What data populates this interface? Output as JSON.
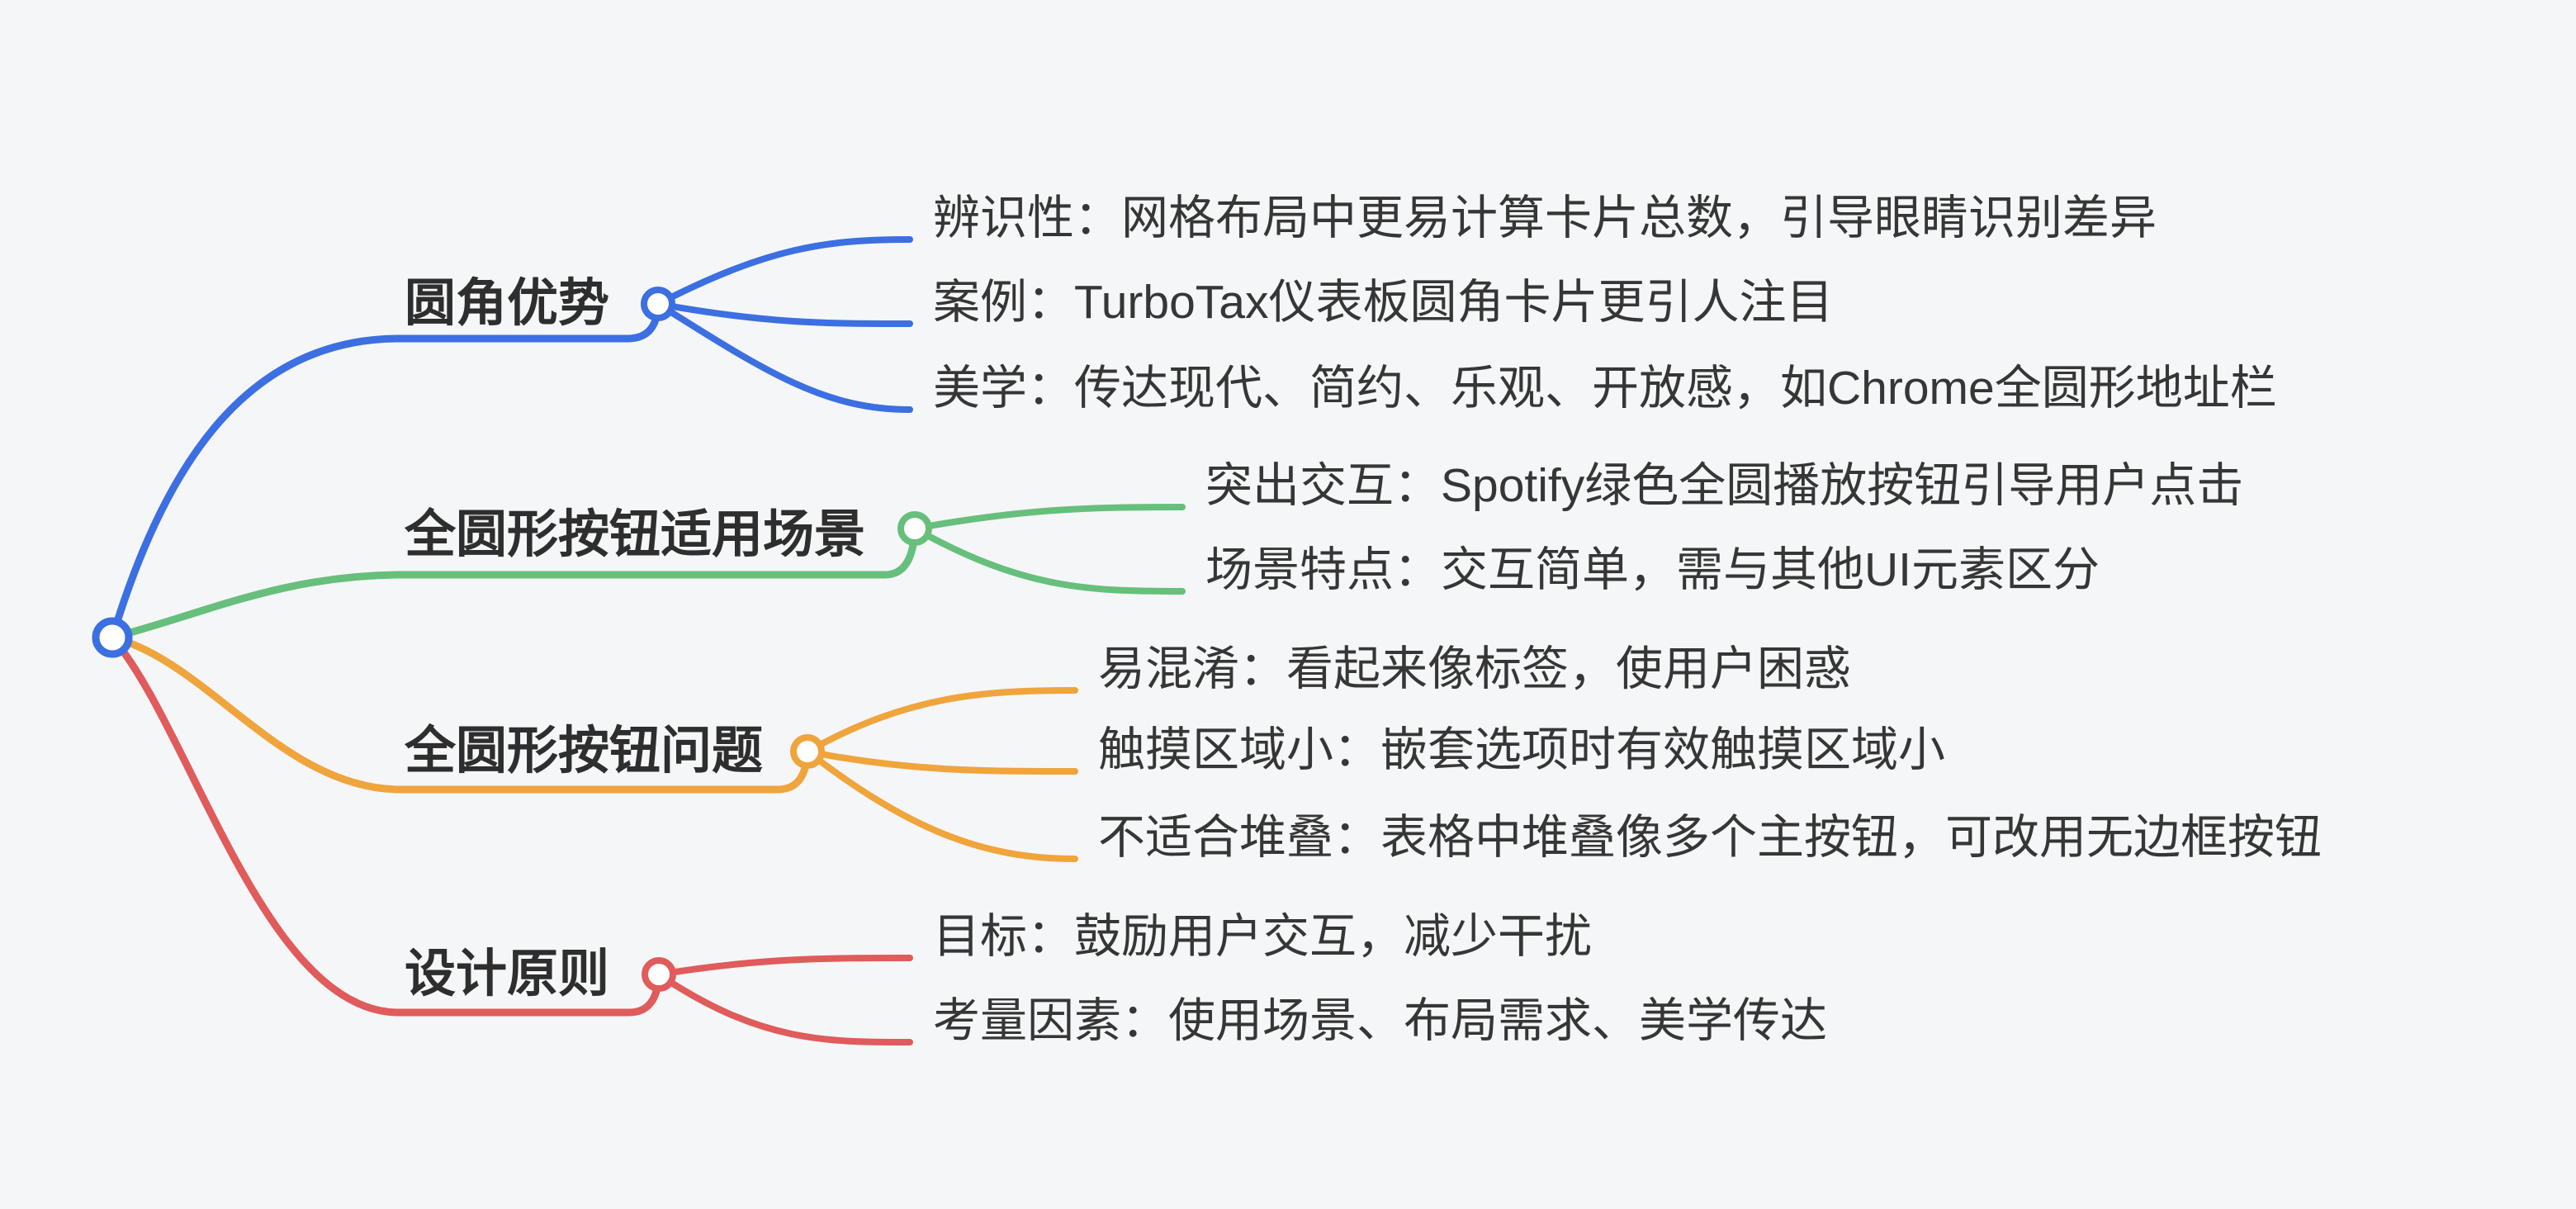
{
  "canvas": {
    "background": "#f5f6f8"
  },
  "mindmap": {
    "root": {
      "color": "#3B6FE2"
    },
    "branches": [
      {
        "label": "圆角优势",
        "color": "#3B6FE2",
        "children": [
          "辨识性：网格布局中更易计算卡片总数，引导眼睛识别差异",
          "案例：TurboTax仪表板圆角卡片更引人注目",
          "美学：传达现代、简约、乐观、开放感，如Chrome全圆形地址栏"
        ]
      },
      {
        "label": "全圆形按钮适用场景",
        "color": "#67BF7C",
        "children": [
          "突出交互：Spotify绿色全圆播放按钮引导用户点击",
          "场景特点：交互简单，需与其他UI元素区分"
        ]
      },
      {
        "label": "全圆形按钮问题",
        "color": "#F0A43C",
        "children": [
          "易混淆：看起来像标签，使用户困惑",
          "触摸区域小：嵌套选项时有效触摸区域小",
          "不适合堆叠：表格中堆叠像多个主按钮，可改用无边框按钮"
        ]
      },
      {
        "label": "设计原则",
        "color": "#E05B5B",
        "children": [
          "目标：鼓励用户交互，减少干扰",
          "考量因素：使用场景、布局需求、美学传达"
        ]
      }
    ]
  }
}
